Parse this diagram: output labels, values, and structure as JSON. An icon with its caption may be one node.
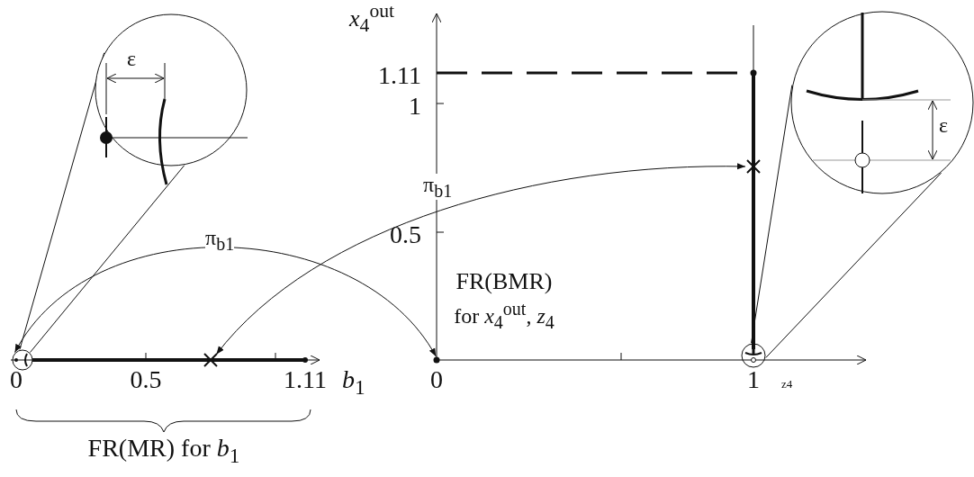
{
  "diagram": {
    "nodes": [
      {
        "text": [
          "ε"
        ]
      },
      {
        "text": [],
        "shape": "circle"
      },
      {
        "text": [],
        "shape": "cross"
      },
      {
        "text": [],
        "shape": "point"
      },
      {
        "text": [],
        "shape": "cross"
      },
      {
        "text": [
          "ε"
        ]
      },
      {
        "text": [],
        "shape": "circle"
      }
    ],
    "edges": [
      {
        "from": 1,
        "to": 0,
        "arrow": "none"
      },
      {
        "from": 1,
        "to": 0,
        "arrow": "none"
      },
      {
        "from": 6,
        "to": 5,
        "arrow": "none"
      },
      {
        "from": 6,
        "to": 5,
        "arrow": "none"
      },
      {
        "from": 1,
        "to": 3,
        "arrow": "both",
        "label": "π$_{b1}$"
      },
      {
        "from": 4,
        "to": 2,
        "arrow": "both",
        "label": "π$_{b1}$"
      }
    ],
    "labels": [
      "*x*$_{4}$$^{out}$",
      "1.11",
      "1",
      "0.5",
      "FR(BMR)",
      "for *x*$_{4}$$^{out}$, *z*$_{4}$",
      "0",
      "0.5",
      "1.11",
      "*b*$_{1}$",
      "0",
      "1",
      "z4",
      "FR(MR) for *b*$_{1}$"
    ]
  }
}
